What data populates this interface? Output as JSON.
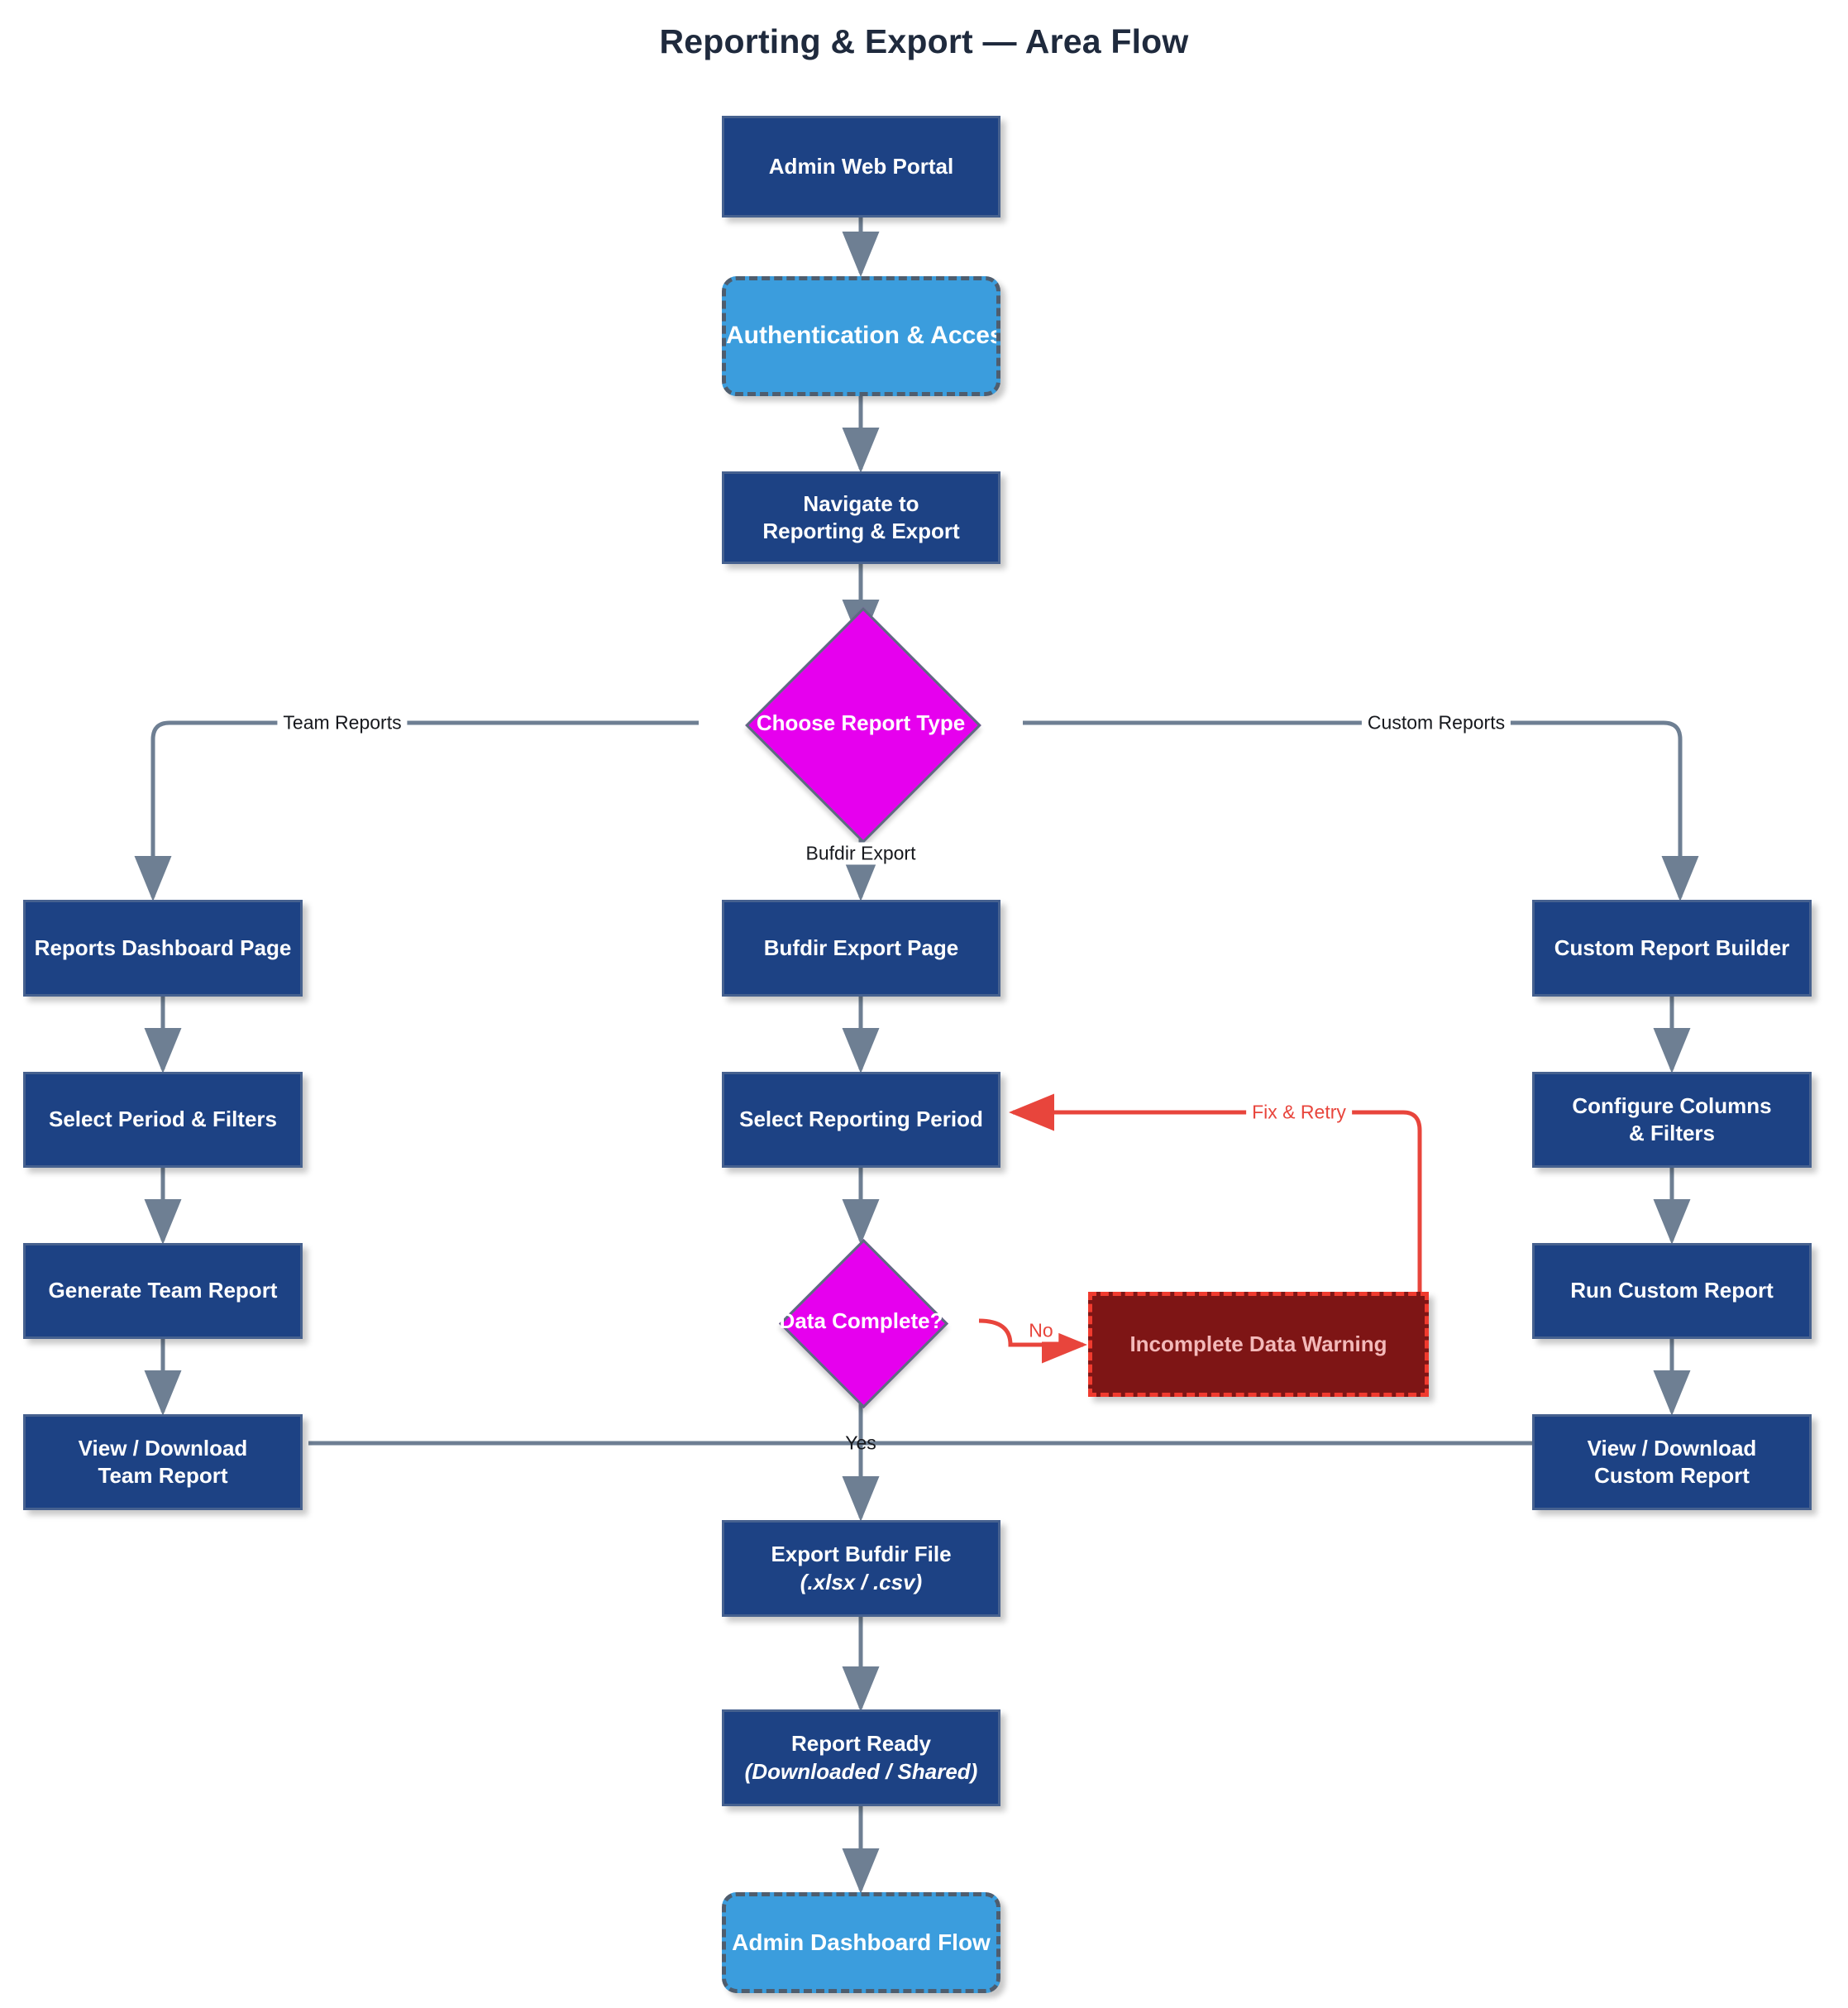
{
  "title": "Reporting & Export — Area Flow",
  "colors": {
    "process_fill": "#1d4284",
    "process_border": "#46618f",
    "external_fill": "#3b9ddd",
    "external_border": "#4e5d6e",
    "decision_fill": "#e600ee",
    "decision_border": "#5c6d80",
    "warning_fill": "#7e1515",
    "warning_border": "#f03a2e",
    "warning_text": "#f3b9b9",
    "edge": "#6e7f93",
    "edge_error": "#e8453c",
    "title_text": "#1f2a3d",
    "background": "#ffffff"
  },
  "nodes": [
    {
      "id": "admin-web-portal",
      "type": "process",
      "label": "Admin Web Portal"
    },
    {
      "id": "auth-access-control-flow",
      "type": "external",
      "label": "Authentication & Access Control Flow"
    },
    {
      "id": "navigate-reporting",
      "type": "process",
      "label": "Navigate to",
      "sub": "Reporting & Export"
    },
    {
      "id": "choose-report-type",
      "type": "decision",
      "label": "Choose Report Type"
    },
    {
      "id": "reports-dashboard-page",
      "type": "process",
      "label": "Reports Dashboard Page"
    },
    {
      "id": "select-period-filters",
      "type": "process",
      "label": "Select Period & Filters"
    },
    {
      "id": "generate-team-report",
      "type": "process",
      "label": "Generate Team Report"
    },
    {
      "id": "view-download-team",
      "type": "process",
      "label": "View / Download",
      "sub": "Team Report"
    },
    {
      "id": "bufdir-export-page",
      "type": "process",
      "label": "Bufdir Export Page"
    },
    {
      "id": "select-reporting-period",
      "type": "process",
      "label": "Select Reporting Period"
    },
    {
      "id": "data-complete",
      "type": "decision",
      "label": "Data Complete?"
    },
    {
      "id": "incomplete-data-warning",
      "type": "warning",
      "label": "Incomplete Data Warning"
    },
    {
      "id": "export-bufdir-file",
      "type": "process",
      "label": "Export Bufdir File",
      "sub": "(.xlsx / .csv)"
    },
    {
      "id": "report-ready",
      "type": "process",
      "label": "Report Ready",
      "sub": "(Downloaded / Shared)"
    },
    {
      "id": "custom-report-builder",
      "type": "process",
      "label": "Custom Report Builder"
    },
    {
      "id": "configure-columns",
      "type": "process",
      "label": "Configure Columns",
      "sub": "& Filters"
    },
    {
      "id": "run-custom-report",
      "type": "process",
      "label": "Run Custom Report"
    },
    {
      "id": "view-download-custom",
      "type": "process",
      "label": "View / Download",
      "sub": "Custom Report"
    },
    {
      "id": "admin-dashboard-flow",
      "type": "external",
      "label": "Admin Dashboard Flow"
    }
  ],
  "edge_labels": {
    "team_reports": "Team Reports",
    "custom_reports": "Custom Reports",
    "bufdir_export": "Bufdir Export",
    "no": "No",
    "yes": "Yes",
    "fix_retry": "Fix & Retry"
  }
}
